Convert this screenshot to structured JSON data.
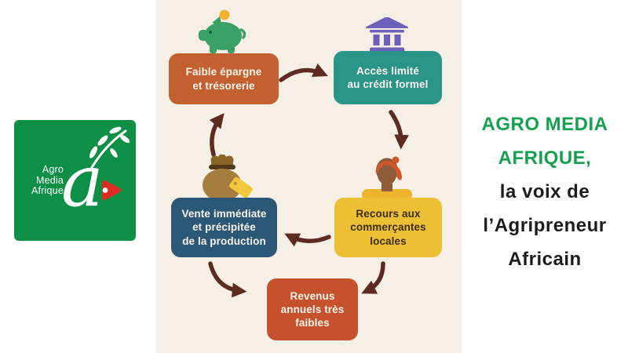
{
  "logo": {
    "name_line1": "Agro",
    "name_line2": "Media",
    "name_line3": "Afrique",
    "glyph": "a",
    "bg_color": "#0e8f46",
    "play_button_color": "#e02a21"
  },
  "panel": {
    "bg_color": "#f6efe6"
  },
  "tagline": {
    "brand_line1": "AGRO MEDIA",
    "brand_line2": "AFRIQUE,",
    "rest_line1": "la voix de",
    "rest_line2": "l’Agripreneur",
    "rest_line3": "Africain",
    "brand_color": "#14a04e",
    "text_color": "#1c1c1c"
  },
  "diagram": {
    "arrow_color": "#5e2b21",
    "nodes": [
      {
        "id": "faible-epargne",
        "label": "Faible épargne\net trésorerie",
        "color": "#c2612f",
        "text_color": "#faf4ec",
        "icon": "piggy-bank"
      },
      {
        "id": "credit-formel",
        "label": "Accès limité\nau crédit formel",
        "color": "#2a9489",
        "text_color": "#faf4ec",
        "icon": "bank"
      },
      {
        "id": "commercantes",
        "label": "Recours aux\ncommerçantes\nlocales",
        "color": "#edbf35",
        "text_color": "#3f2c15",
        "icon": "woman-vendor"
      },
      {
        "id": "vente-immediate",
        "label": "Vente immédiate\net précipitée\nde la production",
        "color": "#2c5878",
        "text_color": "#faf4ec",
        "icon": "money-bag"
      },
      {
        "id": "revenus-faibles",
        "label": "Revenus\nannuels très\nfaibles",
        "color": "#c5512d",
        "text_color": "#faf4ec",
        "icon": null
      }
    ],
    "arrows": [
      {
        "from": "faible-epargne",
        "to": "credit-formel"
      },
      {
        "from": "credit-formel",
        "to": "commercantes"
      },
      {
        "from": "commercantes",
        "to": "vente-immediate"
      },
      {
        "from": "vente-immediate",
        "to": "faible-epargne"
      },
      {
        "from": "vente-immediate",
        "to": "revenus-faibles"
      },
      {
        "from": "commercantes",
        "to": "revenus-faibles"
      }
    ]
  }
}
